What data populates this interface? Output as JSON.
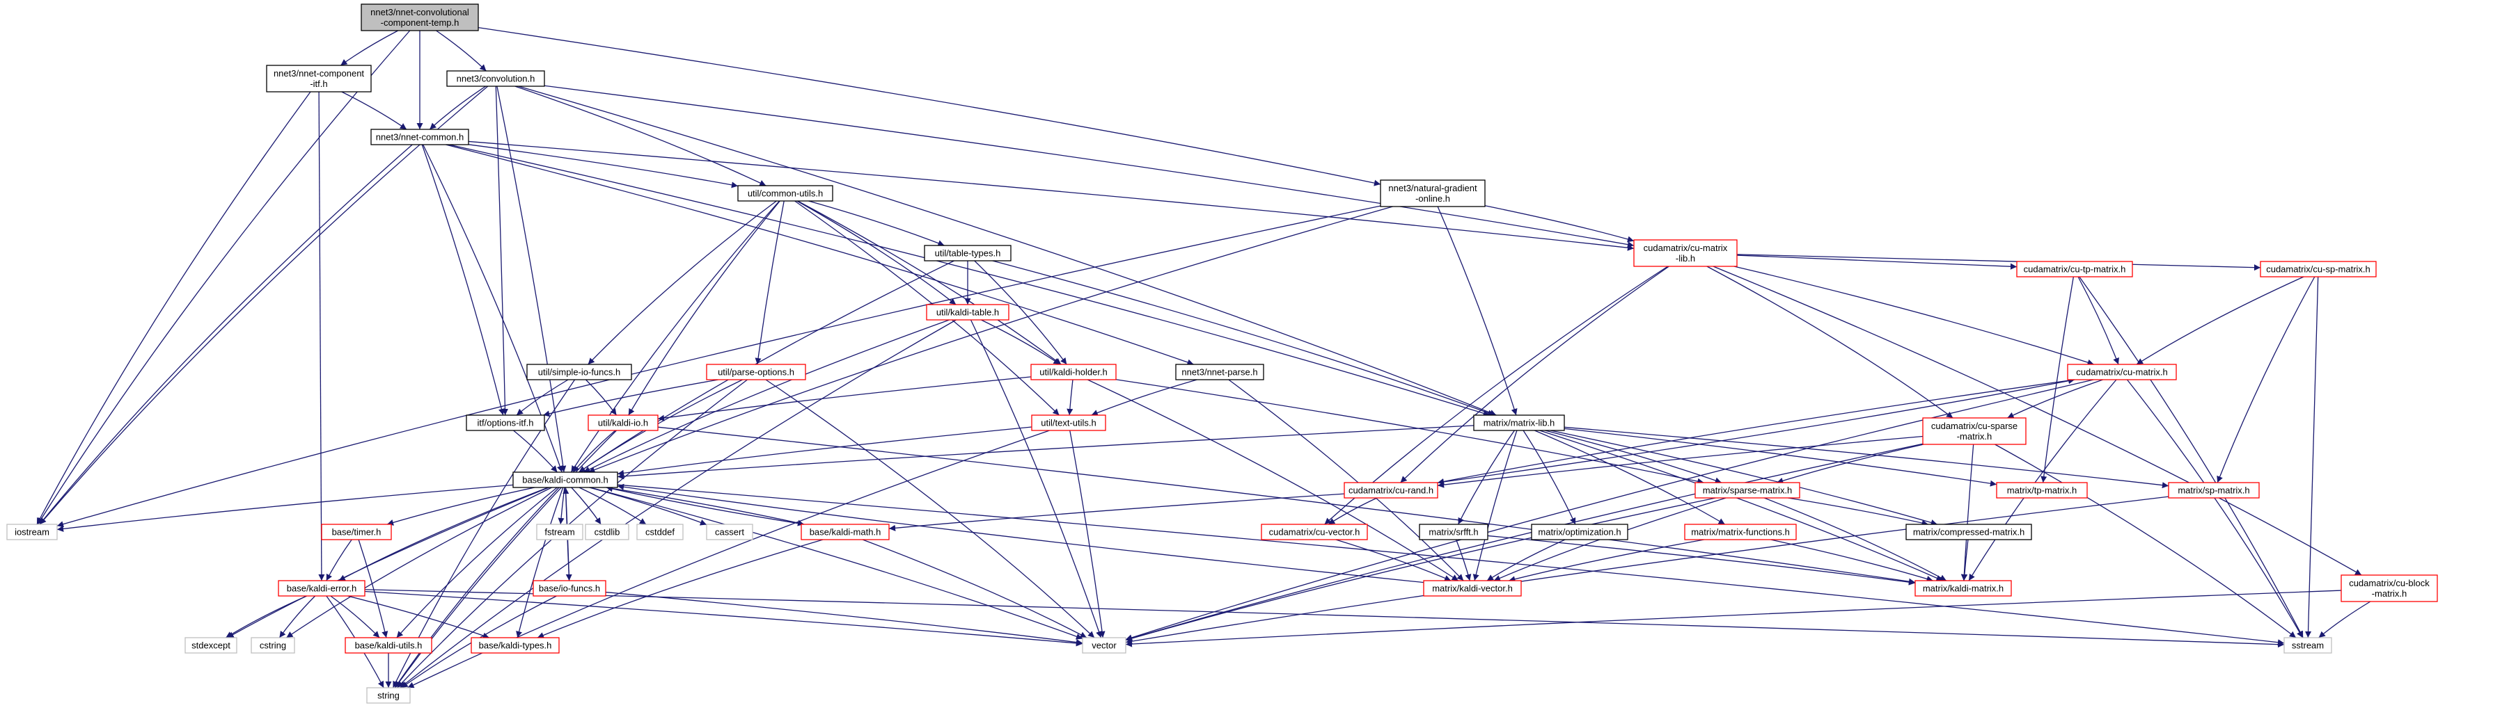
{
  "colors": {
    "edge": "#191970",
    "border_black": "#000000",
    "border_red": "#ff0000",
    "border_gray": "#bfbfbf",
    "root_fill": "#bfbfbf",
    "node_fill": "#ffffff"
  },
  "nodes": [
    {
      "id": "root",
      "lines": [
        "nnet3/nnet-convolutional",
        "-component-temp.h"
      ],
      "style": "root"
    },
    {
      "id": "component_itf",
      "lines": [
        "nnet3/nnet-component",
        "-itf.h"
      ],
      "style": "black"
    },
    {
      "id": "convolution",
      "lines": [
        "nnet3/convolution.h"
      ],
      "style": "black"
    },
    {
      "id": "nnet_common",
      "lines": [
        "nnet3/nnet-common.h"
      ],
      "style": "black"
    },
    {
      "id": "natural_gradient",
      "lines": [
        "nnet3/natural-gradient",
        "-online.h"
      ],
      "style": "black"
    },
    {
      "id": "common_utils",
      "lines": [
        "util/common-utils.h"
      ],
      "style": "black"
    },
    {
      "id": "cu_matrix_lib",
      "lines": [
        "cudamatrix/cu-matrix",
        "-lib.h"
      ],
      "style": "red"
    },
    {
      "id": "table_types",
      "lines": [
        "util/table-types.h"
      ],
      "style": "black"
    },
    {
      "id": "kaldi_table",
      "lines": [
        "util/kaldi-table.h"
      ],
      "style": "red"
    },
    {
      "id": "cu_tp_matrix",
      "lines": [
        "cudamatrix/cu-tp-matrix.h"
      ],
      "style": "red"
    },
    {
      "id": "cu_sp_matrix",
      "lines": [
        "cudamatrix/cu-sp-matrix.h"
      ],
      "style": "red"
    },
    {
      "id": "simple_io",
      "lines": [
        "util/simple-io-funcs.h"
      ],
      "style": "black"
    },
    {
      "id": "parse_options",
      "lines": [
        "util/parse-options.h"
      ],
      "style": "red"
    },
    {
      "id": "kaldi_holder",
      "lines": [
        "util/kaldi-holder.h"
      ],
      "style": "red"
    },
    {
      "id": "nnet_parse",
      "lines": [
        "nnet3/nnet-parse.h"
      ],
      "style": "black"
    },
    {
      "id": "cu_matrix",
      "lines": [
        "cudamatrix/cu-matrix.h"
      ],
      "style": "red"
    },
    {
      "id": "options_itf",
      "lines": [
        "itf/options-itf.h"
      ],
      "style": "black"
    },
    {
      "id": "kaldi_io",
      "lines": [
        "util/kaldi-io.h"
      ],
      "style": "red"
    },
    {
      "id": "text_utils",
      "lines": [
        "util/text-utils.h"
      ],
      "style": "red"
    },
    {
      "id": "matrix_lib",
      "lines": [
        "matrix/matrix-lib.h"
      ],
      "style": "black"
    },
    {
      "id": "cu_sparse",
      "lines": [
        "cudamatrix/cu-sparse",
        "-matrix.h"
      ],
      "style": "red"
    },
    {
      "id": "kaldi_common",
      "lines": [
        "base/kaldi-common.h"
      ],
      "style": "black"
    },
    {
      "id": "cu_rand",
      "lines": [
        "cudamatrix/cu-rand.h"
      ],
      "style": "red"
    },
    {
      "id": "sparse_matrix",
      "lines": [
        "matrix/sparse-matrix.h"
      ],
      "style": "red"
    },
    {
      "id": "tp_matrix",
      "lines": [
        "matrix/tp-matrix.h"
      ],
      "style": "red"
    },
    {
      "id": "sp_matrix",
      "lines": [
        "matrix/sp-matrix.h"
      ],
      "style": "red"
    },
    {
      "id": "iostream",
      "lines": [
        "iostream"
      ],
      "style": "gray"
    },
    {
      "id": "timer",
      "lines": [
        "base/timer.h"
      ],
      "style": "red"
    },
    {
      "id": "fstream",
      "lines": [
        "fstream"
      ],
      "style": "gray"
    },
    {
      "id": "cstdlib",
      "lines": [
        "cstdlib"
      ],
      "style": "gray"
    },
    {
      "id": "cstddef",
      "lines": [
        "cstddef"
      ],
      "style": "gray"
    },
    {
      "id": "cassert",
      "lines": [
        "cassert"
      ],
      "style": "gray"
    },
    {
      "id": "kaldi_math",
      "lines": [
        "base/kaldi-math.h"
      ],
      "style": "red"
    },
    {
      "id": "cu_vector",
      "lines": [
        "cudamatrix/cu-vector.h"
      ],
      "style": "red"
    },
    {
      "id": "srfft",
      "lines": [
        "matrix/srfft.h"
      ],
      "style": "black"
    },
    {
      "id": "optimization",
      "lines": [
        "matrix/optimization.h"
      ],
      "style": "black"
    },
    {
      "id": "matrix_functions",
      "lines": [
        "matrix/matrix-functions.h"
      ],
      "style": "red"
    },
    {
      "id": "compressed_matrix",
      "lines": [
        "matrix/compressed-matrix.h"
      ],
      "style": "black"
    },
    {
      "id": "io_funcs",
      "lines": [
        "base/io-funcs.h"
      ],
      "style": "red"
    },
    {
      "id": "kaldi_vector",
      "lines": [
        "matrix/kaldi-vector.h"
      ],
      "style": "red"
    },
    {
      "id": "kaldi_matrix",
      "lines": [
        "matrix/kaldi-matrix.h"
      ],
      "style": "red"
    },
    {
      "id": "cu_block",
      "lines": [
        "cudamatrix/cu-block",
        "-matrix.h"
      ],
      "style": "red"
    },
    {
      "id": "kaldi_error",
      "lines": [
        "base/kaldi-error.h"
      ],
      "style": "red"
    },
    {
      "id": "stdexcept",
      "lines": [
        "stdexcept"
      ],
      "style": "gray"
    },
    {
      "id": "cstring",
      "lines": [
        "cstring"
      ],
      "style": "gray"
    },
    {
      "id": "kaldi_utils",
      "lines": [
        "base/kaldi-utils.h"
      ],
      "style": "red"
    },
    {
      "id": "kaldi_types",
      "lines": [
        "base/kaldi-types.h"
      ],
      "style": "red"
    },
    {
      "id": "vector",
      "lines": [
        "vector"
      ],
      "style": "gray"
    },
    {
      "id": "sstream",
      "lines": [
        "sstream"
      ],
      "style": "gray"
    },
    {
      "id": "string",
      "lines": [
        "string"
      ],
      "style": "gray"
    }
  ],
  "edges": [
    [
      "root",
      "component_itf"
    ],
    [
      "root",
      "convolution"
    ],
    [
      "root",
      "nnet_common"
    ],
    [
      "root",
      "natural_gradient"
    ],
    [
      "root",
      "iostream"
    ],
    [
      "component_itf",
      "nnet_common"
    ],
    [
      "component_itf",
      "iostream"
    ],
    [
      "component_itf",
      "kaldi_error"
    ],
    [
      "convolution",
      "nnet_common"
    ],
    [
      "convolution",
      "options_itf"
    ],
    [
      "convolution",
      "common_utils"
    ],
    [
      "convolution",
      "cu_matrix_lib"
    ],
    [
      "convolution",
      "iostream"
    ],
    [
      "convolution",
      "matrix_lib"
    ],
    [
      "convolution",
      "kaldi_common"
    ],
    [
      "nnet_common",
      "common_utils"
    ],
    [
      "nnet_common",
      "kaldi_common"
    ],
    [
      "nnet_common",
      "options_itf"
    ],
    [
      "nnet_common",
      "nnet_parse"
    ],
    [
      "nnet_common",
      "cu_matrix_lib"
    ],
    [
      "nnet_common",
      "matrix_lib"
    ],
    [
      "nnet_common",
      "iostream"
    ],
    [
      "natural_gradient",
      "matrix_lib"
    ],
    [
      "natural_gradient",
      "cu_matrix_lib"
    ],
    [
      "natural_gradient",
      "kaldi_common"
    ],
    [
      "natural_gradient",
      "iostream"
    ],
    [
      "common_utils",
      "table_types"
    ],
    [
      "common_utils",
      "kaldi_table"
    ],
    [
      "common_utils",
      "kaldi_holder"
    ],
    [
      "common_utils",
      "simple_io"
    ],
    [
      "common_utils",
      "parse_options"
    ],
    [
      "common_utils",
      "kaldi_io"
    ],
    [
      "common_utils",
      "text_utils"
    ],
    [
      "common_utils",
      "kaldi_common"
    ],
    [
      "table_types",
      "kaldi_table"
    ],
    [
      "table_types",
      "kaldi_holder"
    ],
    [
      "table_types",
      "matrix_lib"
    ],
    [
      "table_types",
      "kaldi_common"
    ],
    [
      "kaldi_table",
      "kaldi_holder"
    ],
    [
      "kaldi_table",
      "kaldi_common"
    ],
    [
      "kaldi_table",
      "vector"
    ],
    [
      "kaldi_table",
      "string"
    ],
    [
      "kaldi_holder",
      "kaldi_io"
    ],
    [
      "kaldi_holder",
      "text_utils"
    ],
    [
      "kaldi_holder",
      "sparse_matrix"
    ],
    [
      "kaldi_holder",
      "kaldi_vector"
    ],
    [
      "simple_io",
      "kaldi_io"
    ],
    [
      "simple_io",
      "options_itf"
    ],
    [
      "simple_io",
      "string"
    ],
    [
      "parse_options",
      "options_itf"
    ],
    [
      "parse_options",
      "kaldi_common"
    ],
    [
      "parse_options",
      "vector"
    ],
    [
      "parse_options",
      "string"
    ],
    [
      "nnet_parse",
      "text_utils"
    ],
    [
      "nnet_parse",
      "kaldi_vector"
    ],
    [
      "kaldi_io",
      "kaldi_common"
    ],
    [
      "kaldi_io",
      "kaldi_matrix"
    ],
    [
      "kaldi_io",
      "string"
    ],
    [
      "text_utils",
      "kaldi_common"
    ],
    [
      "text_utils",
      "vector"
    ],
    [
      "text_utils",
      "string"
    ],
    [
      "options_itf",
      "kaldi_common"
    ],
    [
      "cu_matrix_lib",
      "cu_matrix"
    ],
    [
      "cu_matrix_lib",
      "cu_tp_matrix"
    ],
    [
      "cu_matrix_lib",
      "cu_sp_matrix"
    ],
    [
      "cu_matrix_lib",
      "cu_sparse"
    ],
    [
      "cu_matrix_lib",
      "cu_rand"
    ],
    [
      "cu_matrix_lib",
      "cu_vector"
    ],
    [
      "cu_matrix_lib",
      "cu_block"
    ],
    [
      "cu_tp_matrix",
      "cu_matrix"
    ],
    [
      "cu_tp_matrix",
      "tp_matrix"
    ],
    [
      "cu_tp_matrix",
      "sstream"
    ],
    [
      "cu_sp_matrix",
      "cu_matrix"
    ],
    [
      "cu_sp_matrix",
      "sp_matrix"
    ],
    [
      "cu_sp_matrix",
      "sstream"
    ],
    [
      "cu_matrix",
      "cu_sparse"
    ],
    [
      "cu_matrix",
      "cu_rand"
    ],
    [
      "cu_matrix",
      "kaldi_matrix"
    ],
    [
      "cu_matrix",
      "vector"
    ],
    [
      "cu_matrix",
      "sstream"
    ],
    [
      "cu_sparse",
      "cu_rand"
    ],
    [
      "cu_sparse",
      "sparse_matrix"
    ],
    [
      "cu_sparse",
      "kaldi_matrix"
    ],
    [
      "cu_sparse",
      "vector"
    ],
    [
      "cu_sparse",
      "sstream"
    ],
    [
      "cu_rand",
      "cu_matrix"
    ],
    [
      "cu_rand",
      "cu_vector"
    ],
    [
      "cu_rand",
      "kaldi_math"
    ],
    [
      "cu_vector",
      "kaldi_vector"
    ],
    [
      "cu_block",
      "vector"
    ],
    [
      "cu_block",
      "sstream"
    ],
    [
      "matrix_lib",
      "kaldi_common"
    ],
    [
      "matrix_lib",
      "sparse_matrix"
    ],
    [
      "matrix_lib",
      "tp_matrix"
    ],
    [
      "matrix_lib",
      "sp_matrix"
    ],
    [
      "matrix_lib",
      "srfft"
    ],
    [
      "matrix_lib",
      "optimization"
    ],
    [
      "matrix_lib",
      "matrix_functions"
    ],
    [
      "matrix_lib",
      "compressed_matrix"
    ],
    [
      "matrix_lib",
      "kaldi_matrix"
    ],
    [
      "matrix_lib",
      "kaldi_vector"
    ],
    [
      "sparse_matrix",
      "compressed_matrix"
    ],
    [
      "sparse_matrix",
      "kaldi_matrix"
    ],
    [
      "sparse_matrix",
      "kaldi_vector"
    ],
    [
      "sparse_matrix",
      "vector"
    ],
    [
      "sp_matrix",
      "vector"
    ],
    [
      "srfft",
      "kaldi_vector"
    ],
    [
      "srfft",
      "kaldi_matrix"
    ],
    [
      "optimization",
      "kaldi_vector"
    ],
    [
      "matrix_functions",
      "kaldi_vector"
    ],
    [
      "matrix_functions",
      "kaldi_matrix"
    ],
    [
      "compressed_matrix",
      "kaldi_matrix"
    ],
    [
      "kaldi_common",
      "iostream"
    ],
    [
      "kaldi_common",
      "timer"
    ],
    [
      "kaldi_common",
      "fstream"
    ],
    [
      "kaldi_common",
      "cstdlib"
    ],
    [
      "kaldi_common",
      "cstddef"
    ],
    [
      "kaldi_common",
      "cassert"
    ],
    [
      "kaldi_common",
      "kaldi_math"
    ],
    [
      "kaldi_common",
      "io_funcs"
    ],
    [
      "kaldi_common",
      "kaldi_error"
    ],
    [
      "kaldi_common",
      "kaldi_utils"
    ],
    [
      "kaldi_common",
      "kaldi_types"
    ],
    [
      "kaldi_common",
      "stdexcept"
    ],
    [
      "kaldi_common",
      "cstring"
    ],
    [
      "kaldi_common",
      "vector"
    ],
    [
      "kaldi_common",
      "sstream"
    ],
    [
      "kaldi_common",
      "string"
    ],
    [
      "timer",
      "kaldi_error"
    ],
    [
      "timer",
      "kaldi_utils"
    ],
    [
      "kaldi_math",
      "kaldi_types"
    ],
    [
      "kaldi_math",
      "kaldi_common"
    ],
    [
      "kaldi_math",
      "vector"
    ],
    [
      "io_funcs",
      "kaldi_common"
    ],
    [
      "io_funcs",
      "vector"
    ],
    [
      "io_funcs",
      "string"
    ],
    [
      "kaldi_error",
      "stdexcept"
    ],
    [
      "kaldi_error",
      "cstring"
    ],
    [
      "kaldi_error",
      "kaldi_utils"
    ],
    [
      "kaldi_error",
      "kaldi_types"
    ],
    [
      "kaldi_error",
      "string"
    ],
    [
      "kaldi_error",
      "vector"
    ],
    [
      "kaldi_error",
      "sstream"
    ],
    [
      "kaldi_utils",
      "string"
    ],
    [
      "kaldi_vector",
      "kaldi_common"
    ]
  ]
}
